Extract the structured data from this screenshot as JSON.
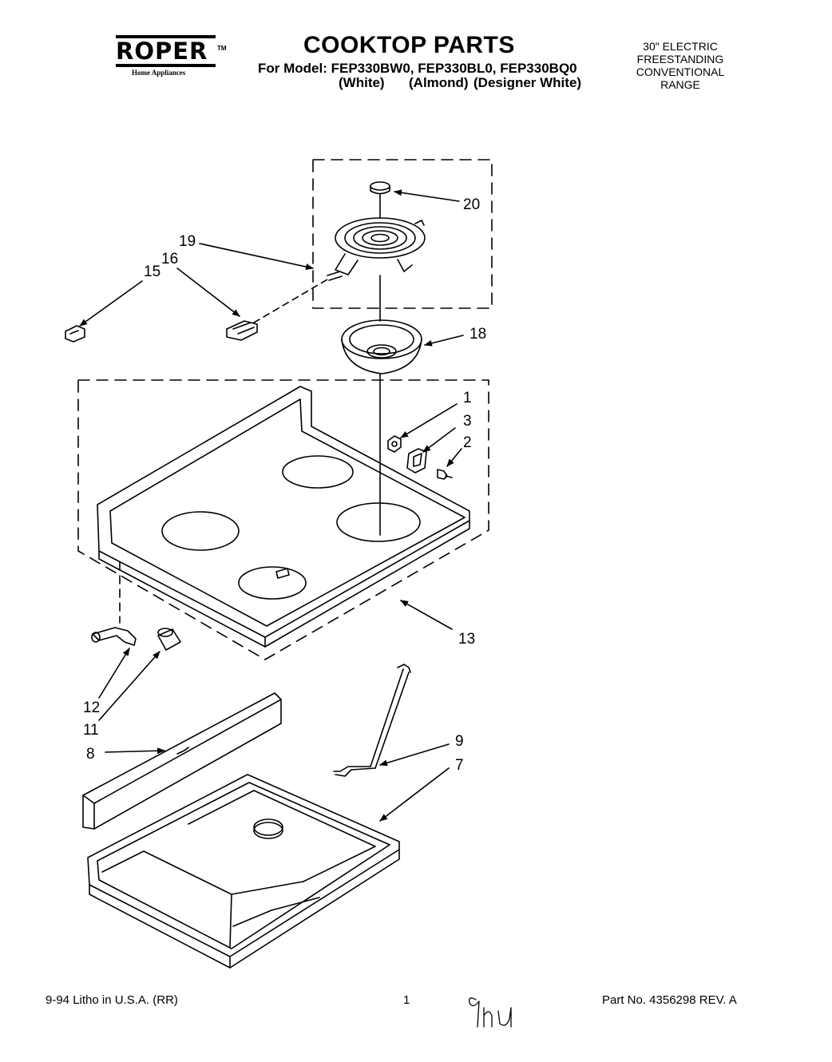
{
  "brand": {
    "name": "ROPER",
    "trademark": "TM",
    "tagline": "Home Appliances"
  },
  "header": {
    "title": "COOKTOP PARTS",
    "model_line": "For Model: FEP330BW0, FEP330BL0, FEP330BQ0",
    "color_white": "(White)",
    "color_almond": "(Almond)",
    "color_designer": "(Designer White)"
  },
  "product_type": {
    "line1": "30\" ELECTRIC",
    "line2": "FREESTANDING",
    "line3": "CONVENTIONAL",
    "line4": "RANGE"
  },
  "callouts": {
    "c1": "1",
    "c2": "2",
    "c3": "3",
    "c7": "7",
    "c8": "8",
    "c9": "9",
    "c11": "11",
    "c12": "12",
    "c13": "13",
    "c15": "15",
    "c16": "16",
    "c18": "18",
    "c19": "19",
    "c20": "20"
  },
  "footer": {
    "print_info": "9-94  Litho in U.S.A. (RR)",
    "page_number": "1",
    "handwritten": "9hu",
    "part_number": "Part No. 4356298 REV. A"
  }
}
